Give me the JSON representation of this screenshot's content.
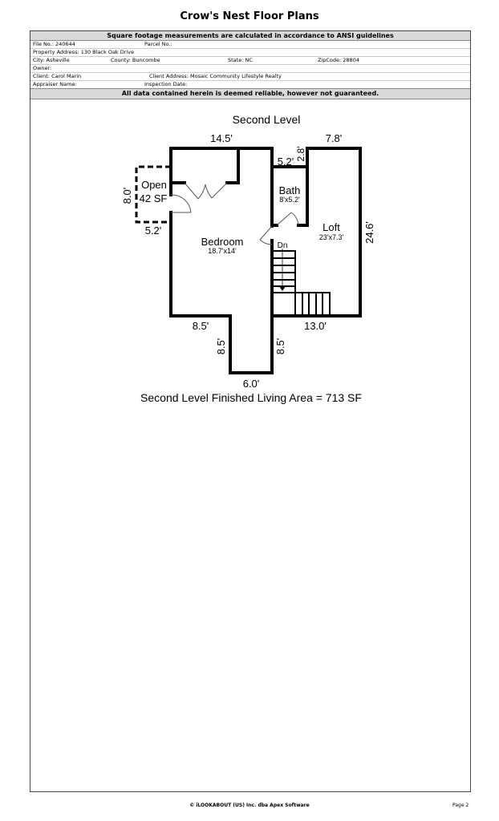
{
  "title": "Crow's Nest Floor Plans",
  "header_notice": "Square footage measurements are calculated in accordance to ANSI guidelines",
  "info": {
    "file_no": "File No.: 240644",
    "parcel_no": "Parcel No.:",
    "property_address": "Property Address: 130 Black Oak Drive",
    "city": "City: Asheville",
    "county": "County: Buncombe",
    "state": "State: NC",
    "zip": "ZipCode: 28804",
    "owner": "Owner:",
    "client": "Client: Carol Marin",
    "client_address": "Client Address: Mosaic Community Lifestyle Realty",
    "appraiser": "Appraiser Name:",
    "inspection_date": "Inspection Date:"
  },
  "disclaimer": "All data contained herein is deemed reliable, however not guaranteed.",
  "plan": {
    "level": "Second Level",
    "dims": {
      "top_left": "14.5'",
      "top_right": "7.8'",
      "bath_top": "5.2'",
      "bath_small": "2.8'",
      "right": "24.6'",
      "open_side": "8.0'",
      "open_bottom": "5.2'",
      "bottom_left": "8.5'",
      "bottom_right": "13.0'",
      "tab_left": "8.5'",
      "tab_right": "8.5'",
      "tab_bottom": "6.0'"
    },
    "rooms": {
      "open": "Open",
      "open_sf": "42 SF",
      "bath": "Bath",
      "bath_size": "8'x5.2'",
      "loft": "Loft",
      "loft_size": "23'x7.3'",
      "bedroom": "Bedroom",
      "bedroom_size": "18.7'x14'",
      "stairs": "Dn"
    },
    "area": "Second Level Finished Living Area = 713 SF"
  },
  "footer": "© iLOOKABOUT (US) Inc. dba Apex Software",
  "page": "Page 2"
}
